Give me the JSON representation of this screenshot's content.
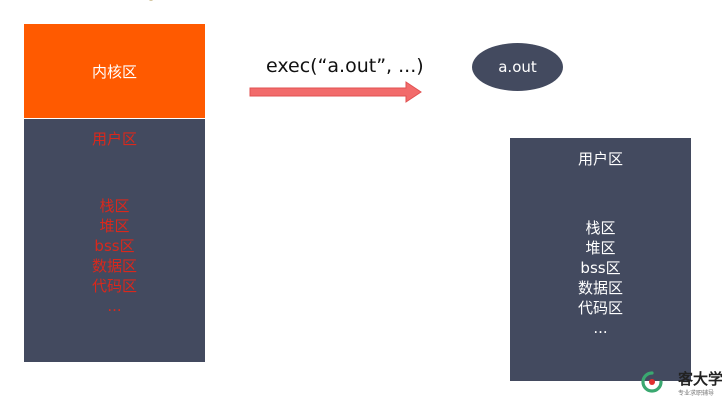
{
  "left_memory": {
    "kernel_label": "内核区",
    "user_label": "用户区",
    "segments": [
      "栈区",
      "堆区",
      "bss区",
      "数据区",
      "代码区",
      "..."
    ]
  },
  "exec_call": "exec(“a.out”, ...)",
  "program_label": "a.out",
  "right_memory": {
    "user_label": "用户区",
    "segments": [
      "栈区",
      "堆区",
      "bss区",
      "数据区",
      "代码区",
      "..."
    ]
  },
  "watermark": {
    "title": "客大学",
    "subtitle": "专业求职辅导"
  },
  "colors": {
    "kernel": "#ff5a00",
    "user_block": "#434a5f",
    "left_user_text": "#d9281c",
    "arrow_fill": "#f26b6b",
    "logo_green": "#3aa870"
  }
}
